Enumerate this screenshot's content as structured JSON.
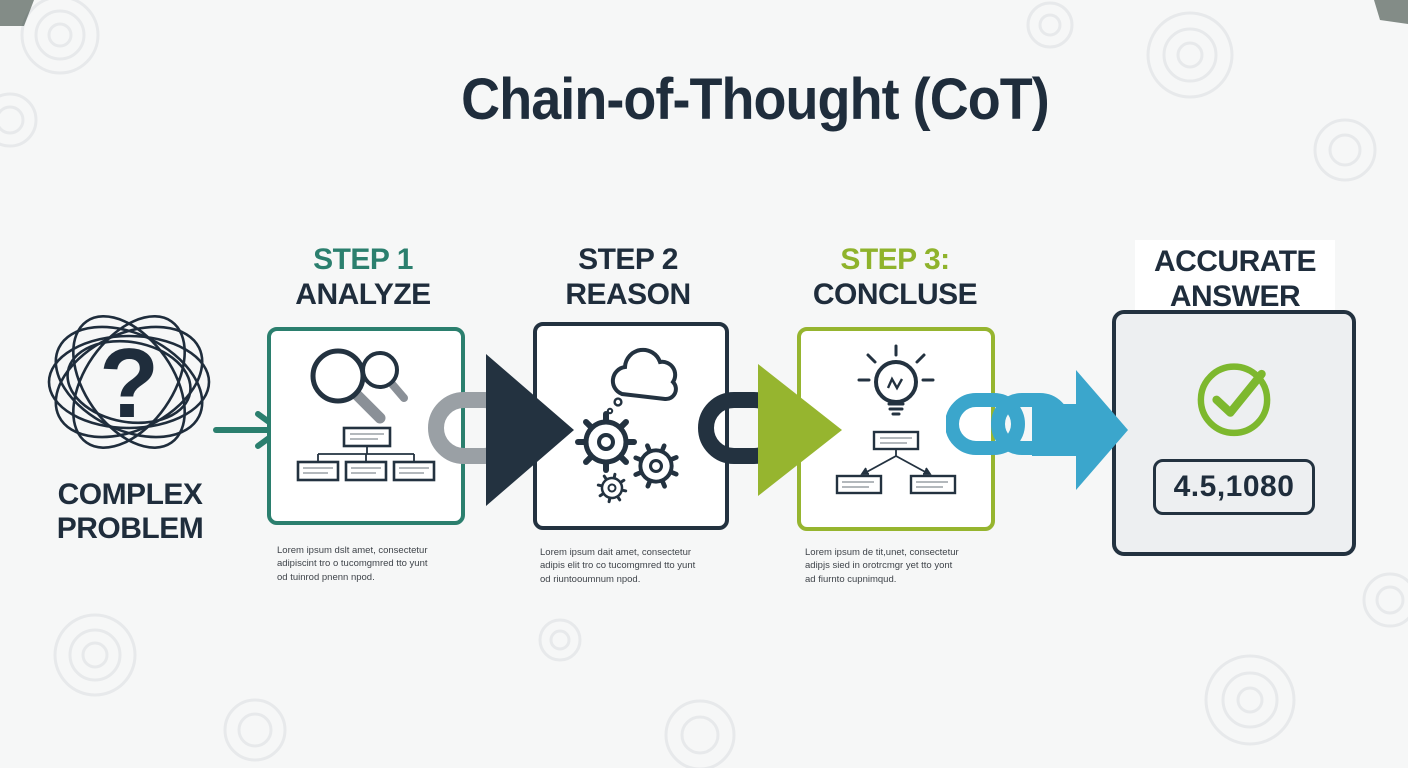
{
  "title": "Chain-of-Thought (CoT)",
  "problem": {
    "mark": "?",
    "label": "COMPLEX\nPROBLEM"
  },
  "steps": [
    {
      "step_label": "STEP 1",
      "name": "ANALYZE",
      "description": "Lorem ipsum dslt amet, consectetur\nadipiscint tro o tucomgmred tto yunt\nod tuinrod pnenn npod."
    },
    {
      "step_label": "STEP 2",
      "name": "REASON",
      "description": "Lorem ipsum dait amet, consectetur\nadipis elit tro co tucomgmred tto yunt\nod riuntooumnum npod."
    },
    {
      "step_label": "STEP 3:",
      "name": "CONCLUSE",
      "description": "Lorem ipsum de tit,unet, consectetur\nadipjs sied in orotrcmgr yet tto yont\nad fiurnto cupnimqud."
    }
  ],
  "answer": {
    "label": "ACCURATE\nANSWER",
    "value": "4.5,1080"
  },
  "colors": {
    "navy": "#233240",
    "teal": "#2b7f6e",
    "green": "#96b52f",
    "blue": "#3ba6cc",
    "link_gray": "#9aa0a5"
  }
}
